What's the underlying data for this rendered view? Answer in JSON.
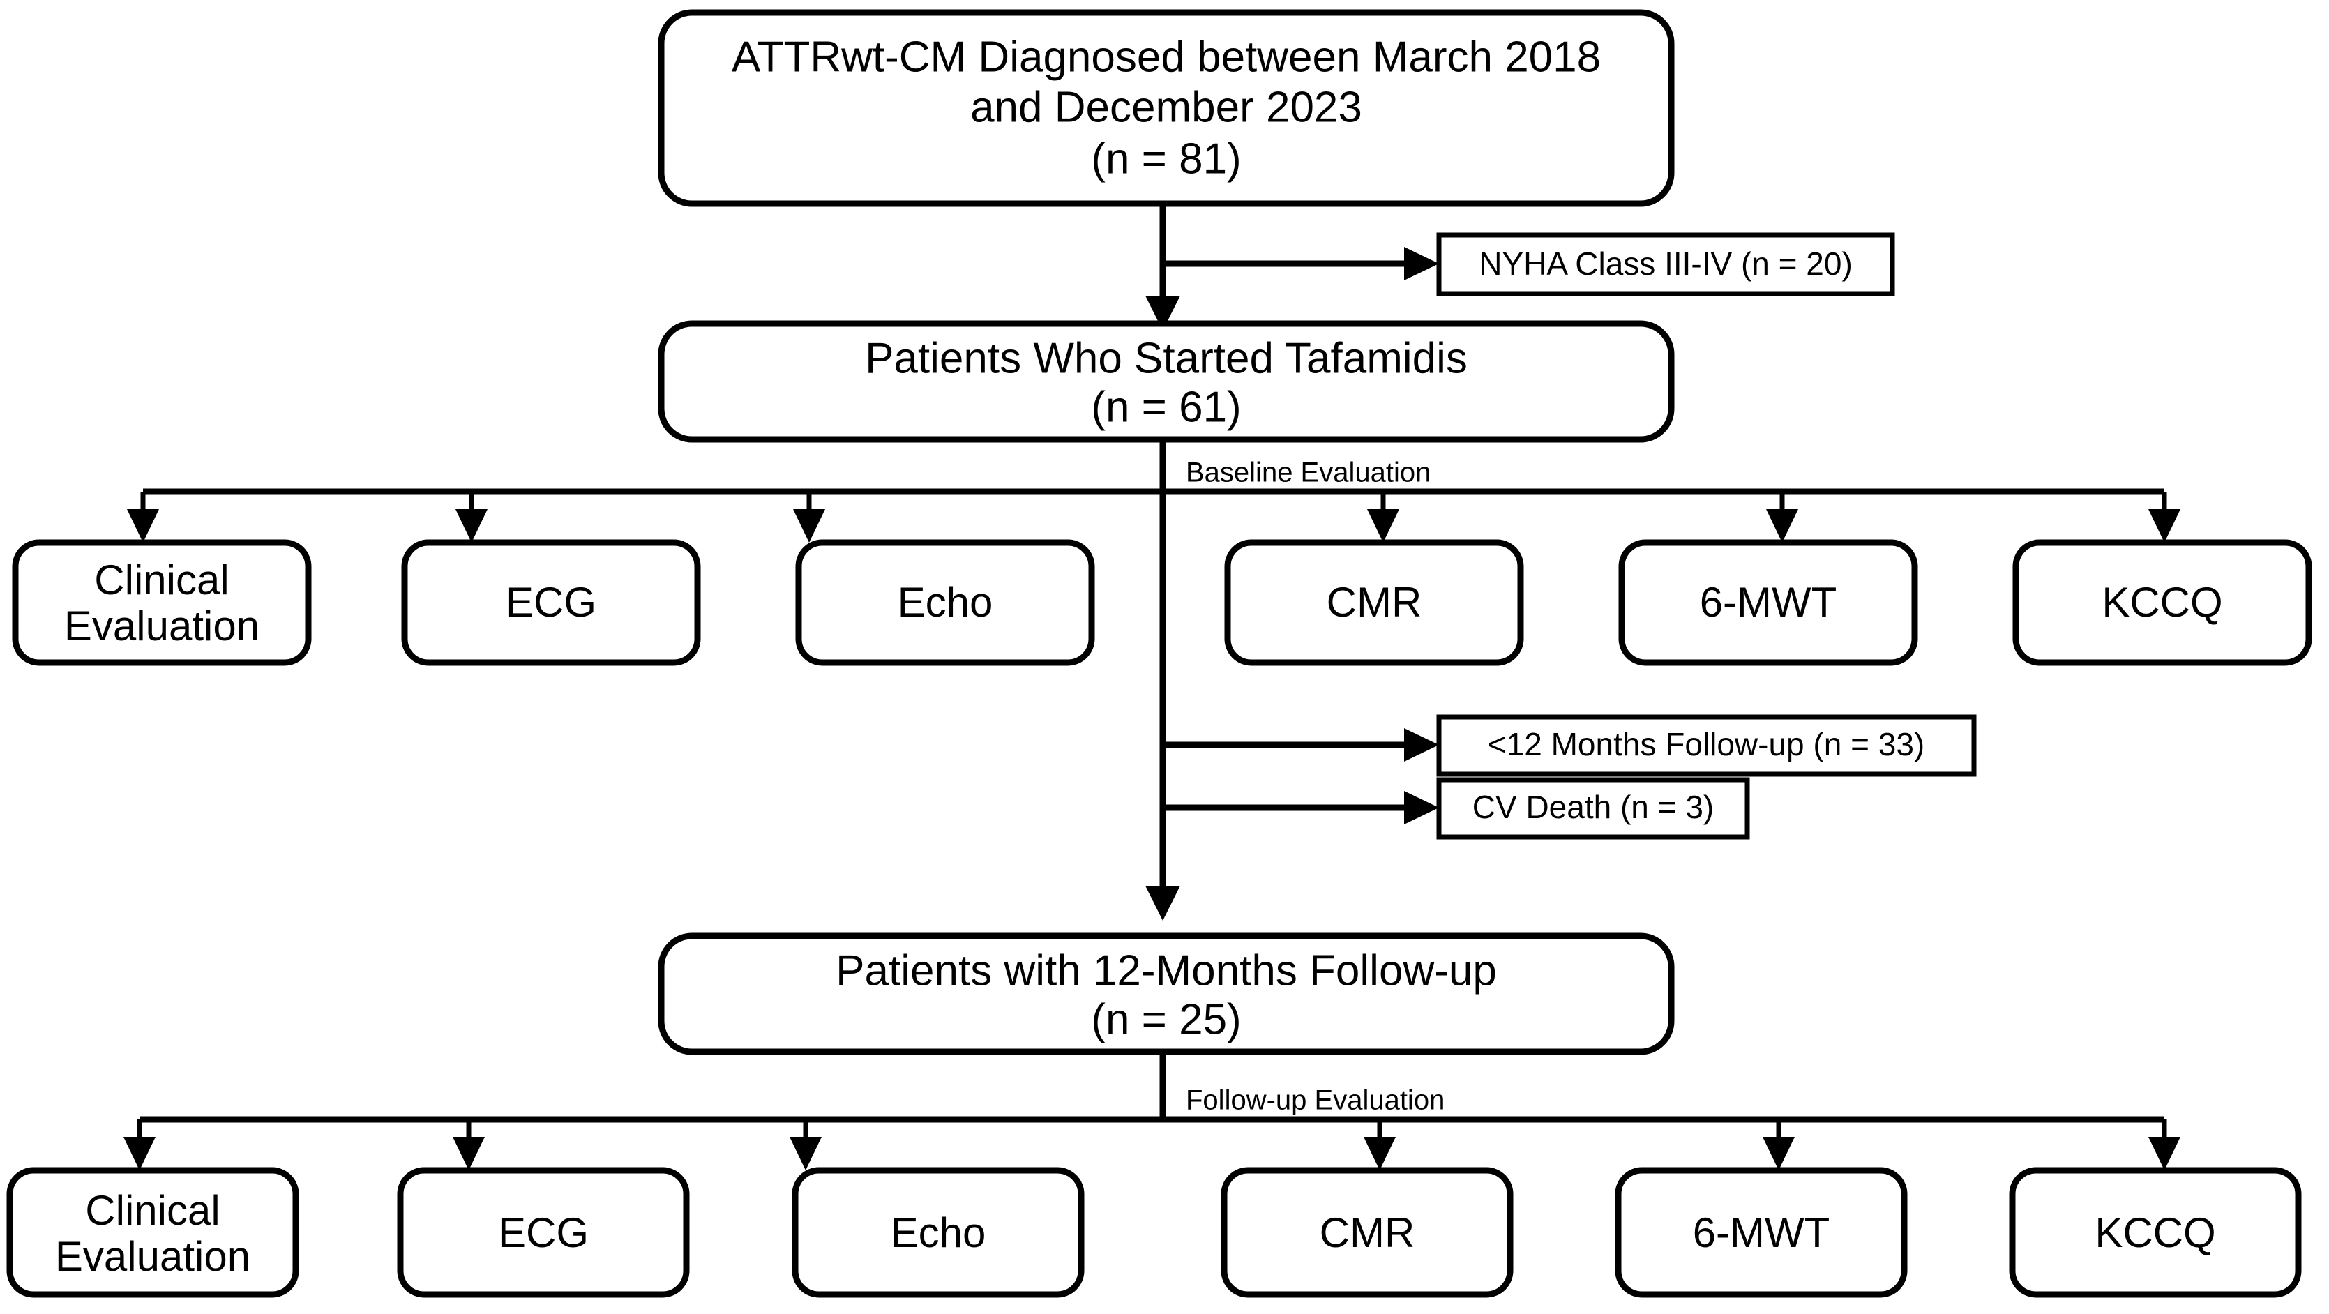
{
  "diagram": {
    "title": "ATTRwt-CM Tafamidis Study Flowchart",
    "type": "flowchart",
    "colors": {
      "line": "#000000",
      "box_fill": "#ffffff",
      "text": "#000000",
      "background": "#ffffff"
    }
  },
  "nodes": {
    "cohort": {
      "line1": "ATTRwt-CM Diagnosed between March 2018",
      "line2": "and December 2023",
      "line3": "(n = 81)"
    },
    "excluded_nyha": "NYHA Class III-IV (n = 20)",
    "started": {
      "line1": "Patients Who Started Tafamidis",
      "line2": "(n = 61)"
    },
    "excluded_short_fu": "<12 Months Follow-up (n = 33)",
    "excluded_death": "CV Death (n = 3)",
    "followup": {
      "line1": "Patients with 12-Months Follow-up",
      "line2": "(n = 25)"
    }
  },
  "edge_labels": {
    "baseline": "Baseline Evaluation",
    "followup": "Follow-up Evaluation"
  },
  "baseline_assessments": [
    {
      "line1": "Clinical",
      "line2": "Evaluation"
    },
    {
      "line1": "ECG",
      "line2": ""
    },
    {
      "line1": "Echo",
      "line2": ""
    },
    {
      "line1": "CMR",
      "line2": ""
    },
    {
      "line1": "6-MWT",
      "line2": ""
    },
    {
      "line1": "KCCQ",
      "line2": ""
    }
  ],
  "followup_assessments": [
    {
      "line1": "Clinical",
      "line2": "Evaluation"
    },
    {
      "line1": "ECG",
      "line2": ""
    },
    {
      "line1": "Echo",
      "line2": ""
    },
    {
      "line1": "CMR",
      "line2": ""
    },
    {
      "line1": "6-MWT",
      "line2": ""
    },
    {
      "line1": "KCCQ",
      "line2": ""
    }
  ]
}
